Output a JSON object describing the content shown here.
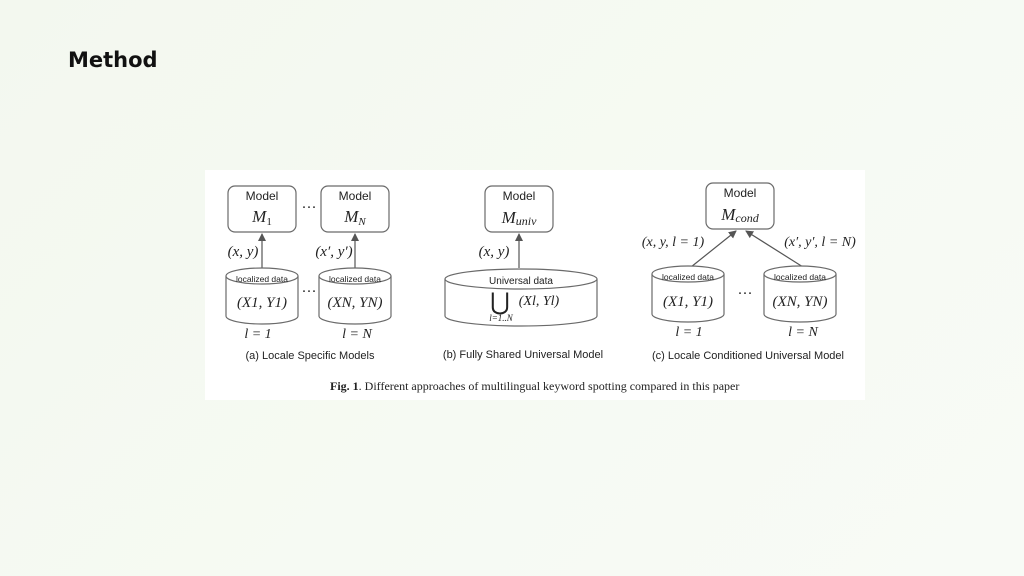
{
  "slide": {
    "title": "Method"
  },
  "figure": {
    "panel_a": {
      "model_left": {
        "label": "Model",
        "symbol": "M",
        "sub": "1"
      },
      "model_right": {
        "label": "Model",
        "symbol": "M",
        "sub": "N"
      },
      "ellipsis": "···",
      "arrow_left_label": "(x, y)",
      "arrow_right_label": "(x′, y′)",
      "data_left": {
        "label": "localized data",
        "content": "(X1, Y1)",
        "locale": "l = 1"
      },
      "data_right": {
        "label": "localized data",
        "content": "(XN, YN)",
        "locale": "l = N"
      },
      "caption": "(a)  Locale Specific Models"
    },
    "panel_b": {
      "model": {
        "label": "Model",
        "symbol": "M",
        "sub": "univ"
      },
      "arrow_label": "(x, y)",
      "data": {
        "label": "Universal data",
        "union": "⋃",
        "content": "(Xl, Yl)",
        "range": "l=1..N"
      },
      "caption": "(b)  Fully Shared Universal Model"
    },
    "panel_c": {
      "model": {
        "label": "Model",
        "symbol": "M",
        "sub": "cond"
      },
      "arrow_left_label": "(x, y, l = 1)",
      "arrow_right_label": "(x′, y′, l = N)",
      "ellipsis": "···",
      "data_left": {
        "label": "localized data",
        "content": "(X1, Y1)",
        "locale": "l = 1"
      },
      "data_right": {
        "label": "localized data",
        "content": "(XN, YN)",
        "locale": "l = N"
      },
      "caption": "(c)  Locale Conditioned Universal Model"
    },
    "caption_prefix": "Fig. 1",
    "caption_text": ". Different approaches of multilingual keyword spotting compared in this paper"
  }
}
